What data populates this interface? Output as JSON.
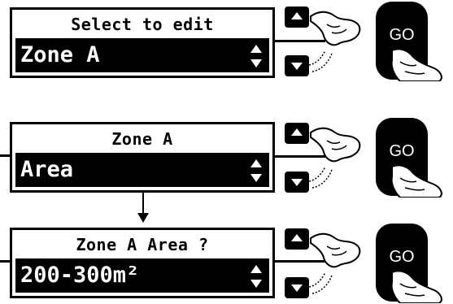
{
  "panels": [
    {
      "title": "Select to edit",
      "value": "Zone A"
    },
    {
      "title": "Zone A",
      "value": "Area"
    },
    {
      "title": "Zone A Area ?",
      "value": "200-300m²"
    }
  ],
  "controls": {
    "go_label": "GO"
  }
}
